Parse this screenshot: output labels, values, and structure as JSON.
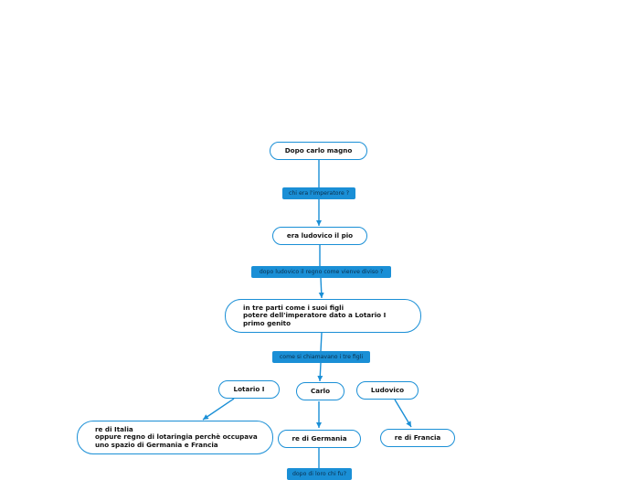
{
  "nodes": {
    "dopo_carlo_magno": "Dopo carlo magno",
    "era_ludovico": "era ludovico il pio",
    "tre_parti": "in tre parti come i suoi figli\npotere dell'imperatore dato a Lotario I\nprimo genito",
    "lotario": "Lotario I",
    "carlo": "Carlo",
    "ludovico": "Ludovico",
    "re_italia": "re di Italia\noppure regno di lotaringia perchè occupava\nuno spazio di Germania e Francia",
    "re_germania": "re di Germania",
    "re_francia": "re di Francia"
  },
  "links": {
    "chi_era": "chi era l'imperatore ?",
    "dopo_ludovico": "dopo ludovico il regno come vienve diviso ?",
    "come_si_chiamavano": "come si chiamavano i tre figli",
    "dopo_di_loro": "dopo di loro chi fu?"
  },
  "colors": {
    "accent": "#1a8fd6",
    "tag_text": "#0a2e4a"
  }
}
